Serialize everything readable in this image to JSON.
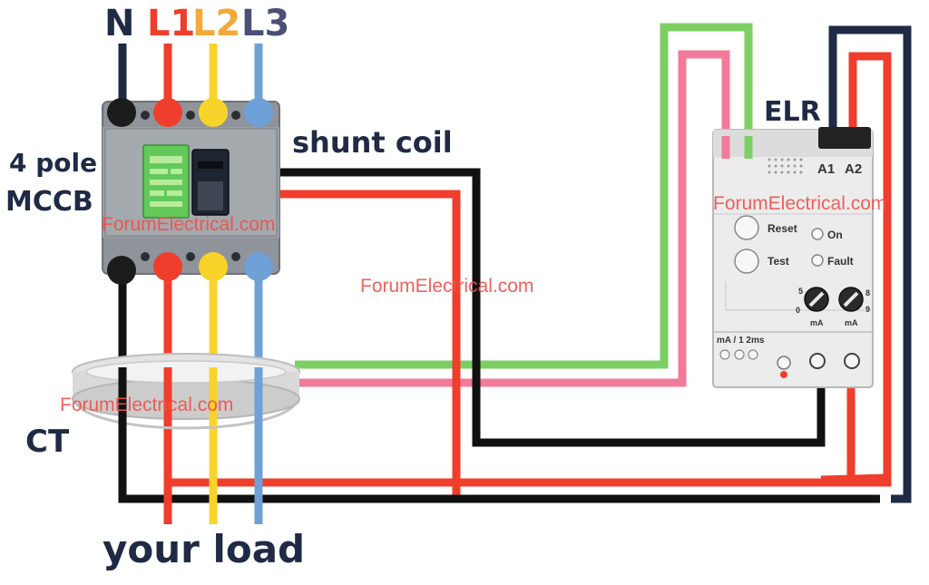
{
  "phases": {
    "n": "N",
    "l1": "L1",
    "l2": "L2",
    "l3": "L3"
  },
  "mccb": {
    "line1": "4 pole",
    "line2": "MCCB"
  },
  "labels": {
    "shunt_coil": "shunt coil",
    "elr": "ELR",
    "ct": "CT",
    "load": "your load"
  },
  "elr_panel": {
    "a1": "A1",
    "a2": "A2",
    "reset": "Reset",
    "test": "Test",
    "on": "On",
    "fault": "Fault",
    "dial_left_min": "0",
    "dial_left_max": "5",
    "dial_right_max": "8",
    "dial_right_min": "9",
    "dial_unit_left": "mA",
    "dial_unit_right": "mA",
    "rating": "mA / 1 2ms"
  },
  "watermark": "ForumElectrical.com",
  "colors": {
    "neutral": "#1f2a44",
    "l1": "#ef3e2c",
    "l2": "#f8d42b",
    "l3": "#6fa0d6",
    "green": "#7ccf63",
    "pink": "#f27a9a",
    "label_dark": "#1f2a44"
  }
}
